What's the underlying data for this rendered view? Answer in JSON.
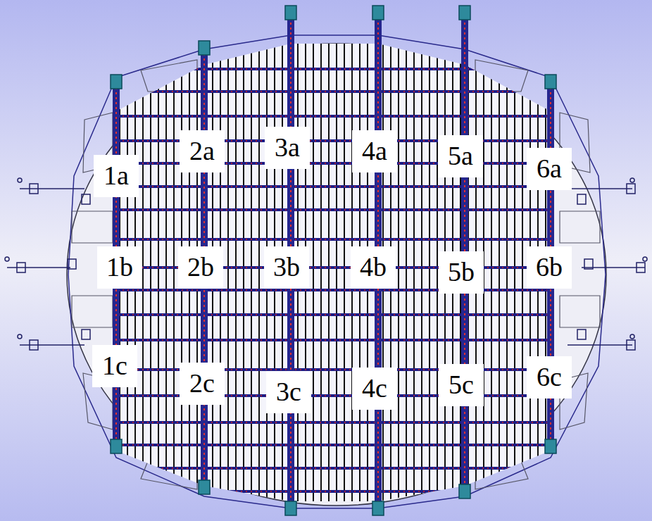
{
  "diagram": {
    "nodes": [
      {
        "text": [
          "1a"
        ]
      },
      {
        "text": [
          "2a"
        ]
      },
      {
        "text": [
          "3a"
        ]
      },
      {
        "text": [
          "4a"
        ]
      },
      {
        "text": [
          "5a"
        ]
      },
      {
        "text": [
          "6a"
        ]
      },
      {
        "text": [
          "1b"
        ]
      },
      {
        "text": [
          "2b"
        ]
      },
      {
        "text": [
          "3b"
        ]
      },
      {
        "text": [
          "4b"
        ]
      },
      {
        "text": [
          "5b"
        ]
      },
      {
        "text": [
          "6b"
        ]
      },
      {
        "text": [
          "1c"
        ]
      },
      {
        "text": [
          "2c"
        ]
      },
      {
        "text": [
          "3c"
        ]
      },
      {
        "text": [
          "4c"
        ]
      },
      {
        "text": [
          "5c"
        ]
      },
      {
        "text": [
          "6c"
        ]
      }
    ]
  }
}
